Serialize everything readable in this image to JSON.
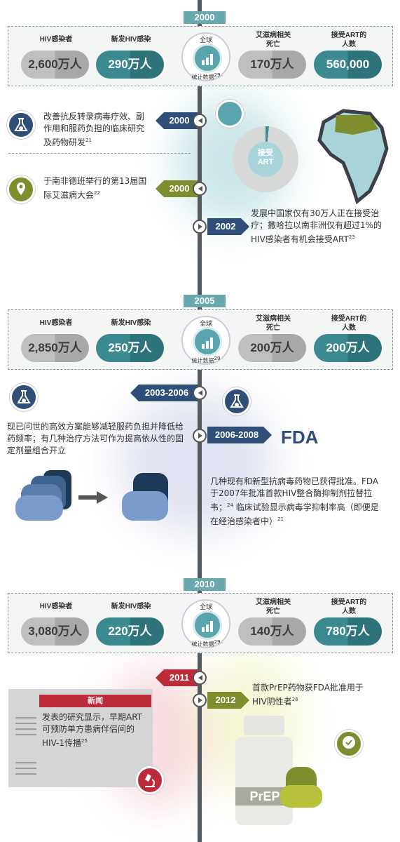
{
  "colors": {
    "teal": "#3a8a90",
    "navy": "#2f4f78",
    "olive": "#7e8e2e",
    "red": "#bc2b3a",
    "grey": "#bfc0bd"
  },
  "stat_labels": {
    "hiv": "HIV感染者",
    "new": "新发HIV感染",
    "deaths": "艾滋病相关\n死亡",
    "art": "接受ART的\n人数"
  },
  "globe": {
    "top": "全球",
    "bottom": "统计数据",
    "sup": "29"
  },
  "sections": [
    {
      "year": "2000",
      "hiv": "2,600万人",
      "new": "290万人",
      "deaths": "170万人",
      "art": "560,000"
    },
    {
      "year": "2005",
      "hiv": "2,850万人",
      "new": "250万人",
      "deaths": "200万人",
      "art": "200万人"
    },
    {
      "year": "2010",
      "hiv": "3,080万人",
      "new": "220万人",
      "deaths": "140万人",
      "art": "780万人"
    }
  ],
  "events": {
    "e1": {
      "date": "2000",
      "text": "改善抗反转录病毒疗效、副作用和服药负担的临床研究及药物研发",
      "ref": "21"
    },
    "e2": {
      "date": "2000",
      "text": "于南非德班举行的第13届国际艾滋病大会",
      "ref": "22"
    },
    "e3": {
      "date": "2002",
      "text": "发展中国家仅有30万人正在接受治疗；撒哈拉以南非洲仅有超过1%的HIV感染者有机会接受ART",
      "ref": "23"
    },
    "donut_label": "接受\nART",
    "e4": {
      "date": "2003-2006",
      "text": "现已问世的高效方案能够减轻服药负担并降低给药频率；有几种治疗方法可作为提高依从性的固定剂量组合开立"
    },
    "e5": {
      "date": "2006-2008",
      "fda": "FDA",
      "text_a": "几种现有和新型抗病毒药物已获得批准。FDA于2007年批准首款HIV整合酶抑制剂拉替拉韦；",
      "ref_a": "24",
      "text_b": " 临床试验显示病毒学抑制率高（即便是在经治感染者中）",
      "ref_b": "21"
    },
    "e6": {
      "date": "2011",
      "news_title": "新闻",
      "text": "发表的研究显示，早期ART可预防单方患病伴侣间的HIV-1传播",
      "ref": "25"
    },
    "e7": {
      "date": "2012",
      "text": "首款PrEP药物获FDA批准用于HIV阴性者",
      "ref": "26",
      "bottle_label": "PrEP"
    }
  }
}
